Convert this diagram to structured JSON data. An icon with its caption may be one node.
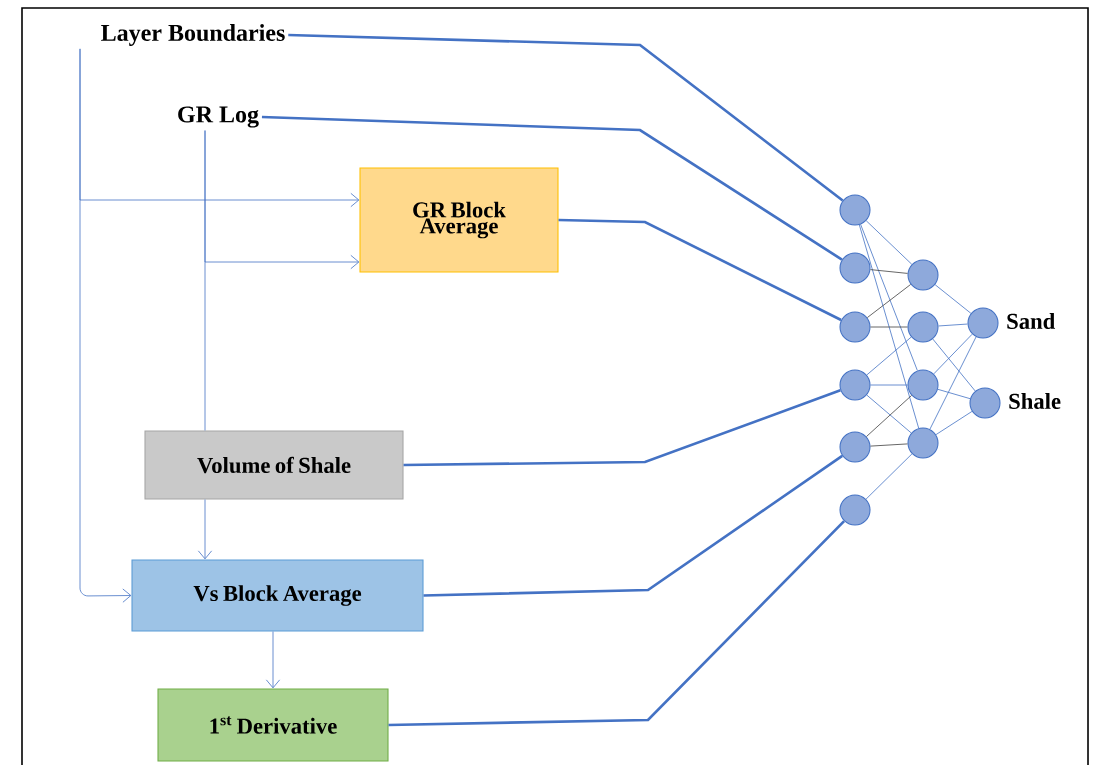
{
  "diagram": {
    "nodes": [
      {
        "text": [
          "Layer Boundaries"
        ]
      },
      {
        "text": [
          "GR Log"
        ]
      },
      {
        "text": [
          "GR Block Average"
        ]
      },
      {
        "text": [
          "Volume of Shale"
        ]
      },
      {
        "text": [
          "Vs Block Average"
        ]
      },
      {
        "text": [
          "1$^{st}$ Derivative"
        ]
      },
      {
        "text": [],
        "shape": "circle"
      },
      {
        "text": [],
        "shape": "circle"
      },
      {
        "text": [],
        "shape": "circle"
      },
      {
        "text": [],
        "shape": "circle"
      },
      {
        "text": [],
        "shape": "circle"
      },
      {
        "text": [],
        "shape": "circle"
      },
      {
        "text": [],
        "shape": "circle"
      },
      {
        "text": [],
        "shape": "circle"
      },
      {
        "text": [],
        "shape": "circle"
      },
      {
        "text": [],
        "shape": "circle"
      },
      {
        "text": [],
        "shape": "circle",
        "beside": [
          "Sand"
        ]
      },
      {
        "text": [],
        "shape": "circle",
        "beside": [
          "Shale"
        ]
      }
    ],
    "edges": [
      {
        "from": 0,
        "to": 2,
        "arrow": "to"
      },
      {
        "from": 0,
        "to": 4,
        "arrow": "to"
      },
      {
        "from": 1,
        "to": 2,
        "arrow": "to"
      },
      {
        "from": 1,
        "to": 3,
        "arrow": "none"
      },
      {
        "from": 3,
        "to": 4,
        "arrow": "to"
      },
      {
        "from": 4,
        "to": 5,
        "arrow": "to"
      },
      {
        "from": 0,
        "to": 6,
        "arrow": "none",
        "style": "thick"
      },
      {
        "from": 1,
        "to": 7,
        "arrow": "none",
        "style": "thick"
      },
      {
        "from": 2,
        "to": 8,
        "arrow": "none",
        "style": "thick"
      },
      {
        "from": 3,
        "to": 9,
        "arrow": "none",
        "style": "thick"
      },
      {
        "from": 4,
        "to": 10,
        "arrow": "none",
        "style": "thick"
      },
      {
        "from": 5,
        "to": 11,
        "arrow": "none",
        "style": "thick"
      },
      {
        "from": 6,
        "to": 12,
        "arrow": "none"
      },
      {
        "from": 6,
        "to": 14,
        "arrow": "none"
      },
      {
        "from": 6,
        "to": 15,
        "arrow": "none"
      },
      {
        "from": 7,
        "to": 12,
        "arrow": "none",
        "color": "#404040"
      },
      {
        "from": 8,
        "to": 12,
        "arrow": "none",
        "color": "#404040"
      },
      {
        "from": 8,
        "to": 13,
        "arrow": "none",
        "color": "#404040"
      },
      {
        "from": 9,
        "to": 13,
        "arrow": "none"
      },
      {
        "from": 9,
        "to": 14,
        "arrow": "none"
      },
      {
        "from": 9,
        "to": 15,
        "arrow": "none"
      },
      {
        "from": 10,
        "to": 14,
        "arrow": "none",
        "color": "#404040"
      },
      {
        "from": 10,
        "to": 15,
        "arrow": "none",
        "color": "#404040"
      },
      {
        "from": 11,
        "to": 15,
        "arrow": "none"
      },
      {
        "from": 12,
        "to": 16,
        "arrow": "none"
      },
      {
        "from": 13,
        "to": 16,
        "arrow": "none"
      },
      {
        "from": 13,
        "to": 17,
        "arrow": "none"
      },
      {
        "from": 14,
        "to": 16,
        "arrow": "none"
      },
      {
        "from": 14,
        "to": 17,
        "arrow": "none"
      },
      {
        "from": 15,
        "to": 16,
        "arrow": "none"
      },
      {
        "from": 15,
        "to": 17,
        "arrow": "none"
      }
    ]
  }
}
